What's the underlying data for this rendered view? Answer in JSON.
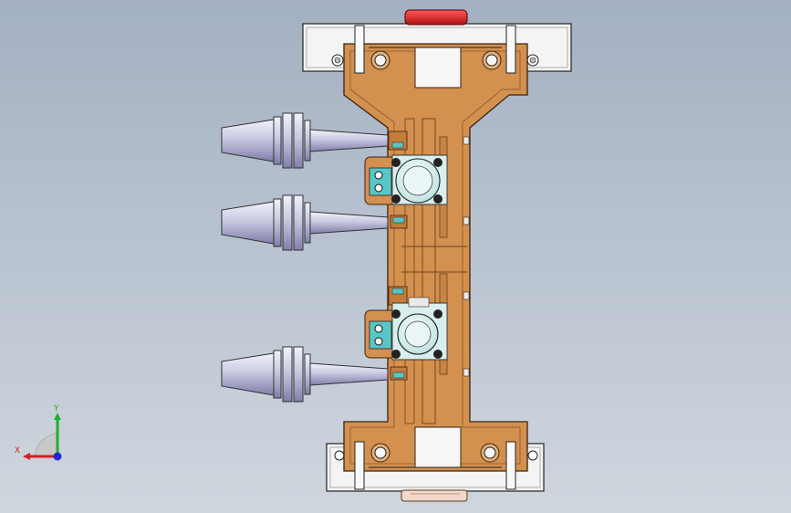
{
  "triad": {
    "x_label": "X",
    "y_label": "Y",
    "x_color": "#d42020",
    "y_color": "#1fb030",
    "z_color": "#1a2ad6"
  },
  "colors": {
    "background_top": "#a3b0c2",
    "background_bottom": "#d0d6de",
    "fixture_plate": "#d3904f",
    "mount_block": "#f4f4f4",
    "tool_holder": "#c8c8e0",
    "clamp_accent": "#58c6c6",
    "red_cap": "#e02424"
  },
  "model": {
    "tool_holder_count": 3,
    "clamp_station_count": 2
  }
}
